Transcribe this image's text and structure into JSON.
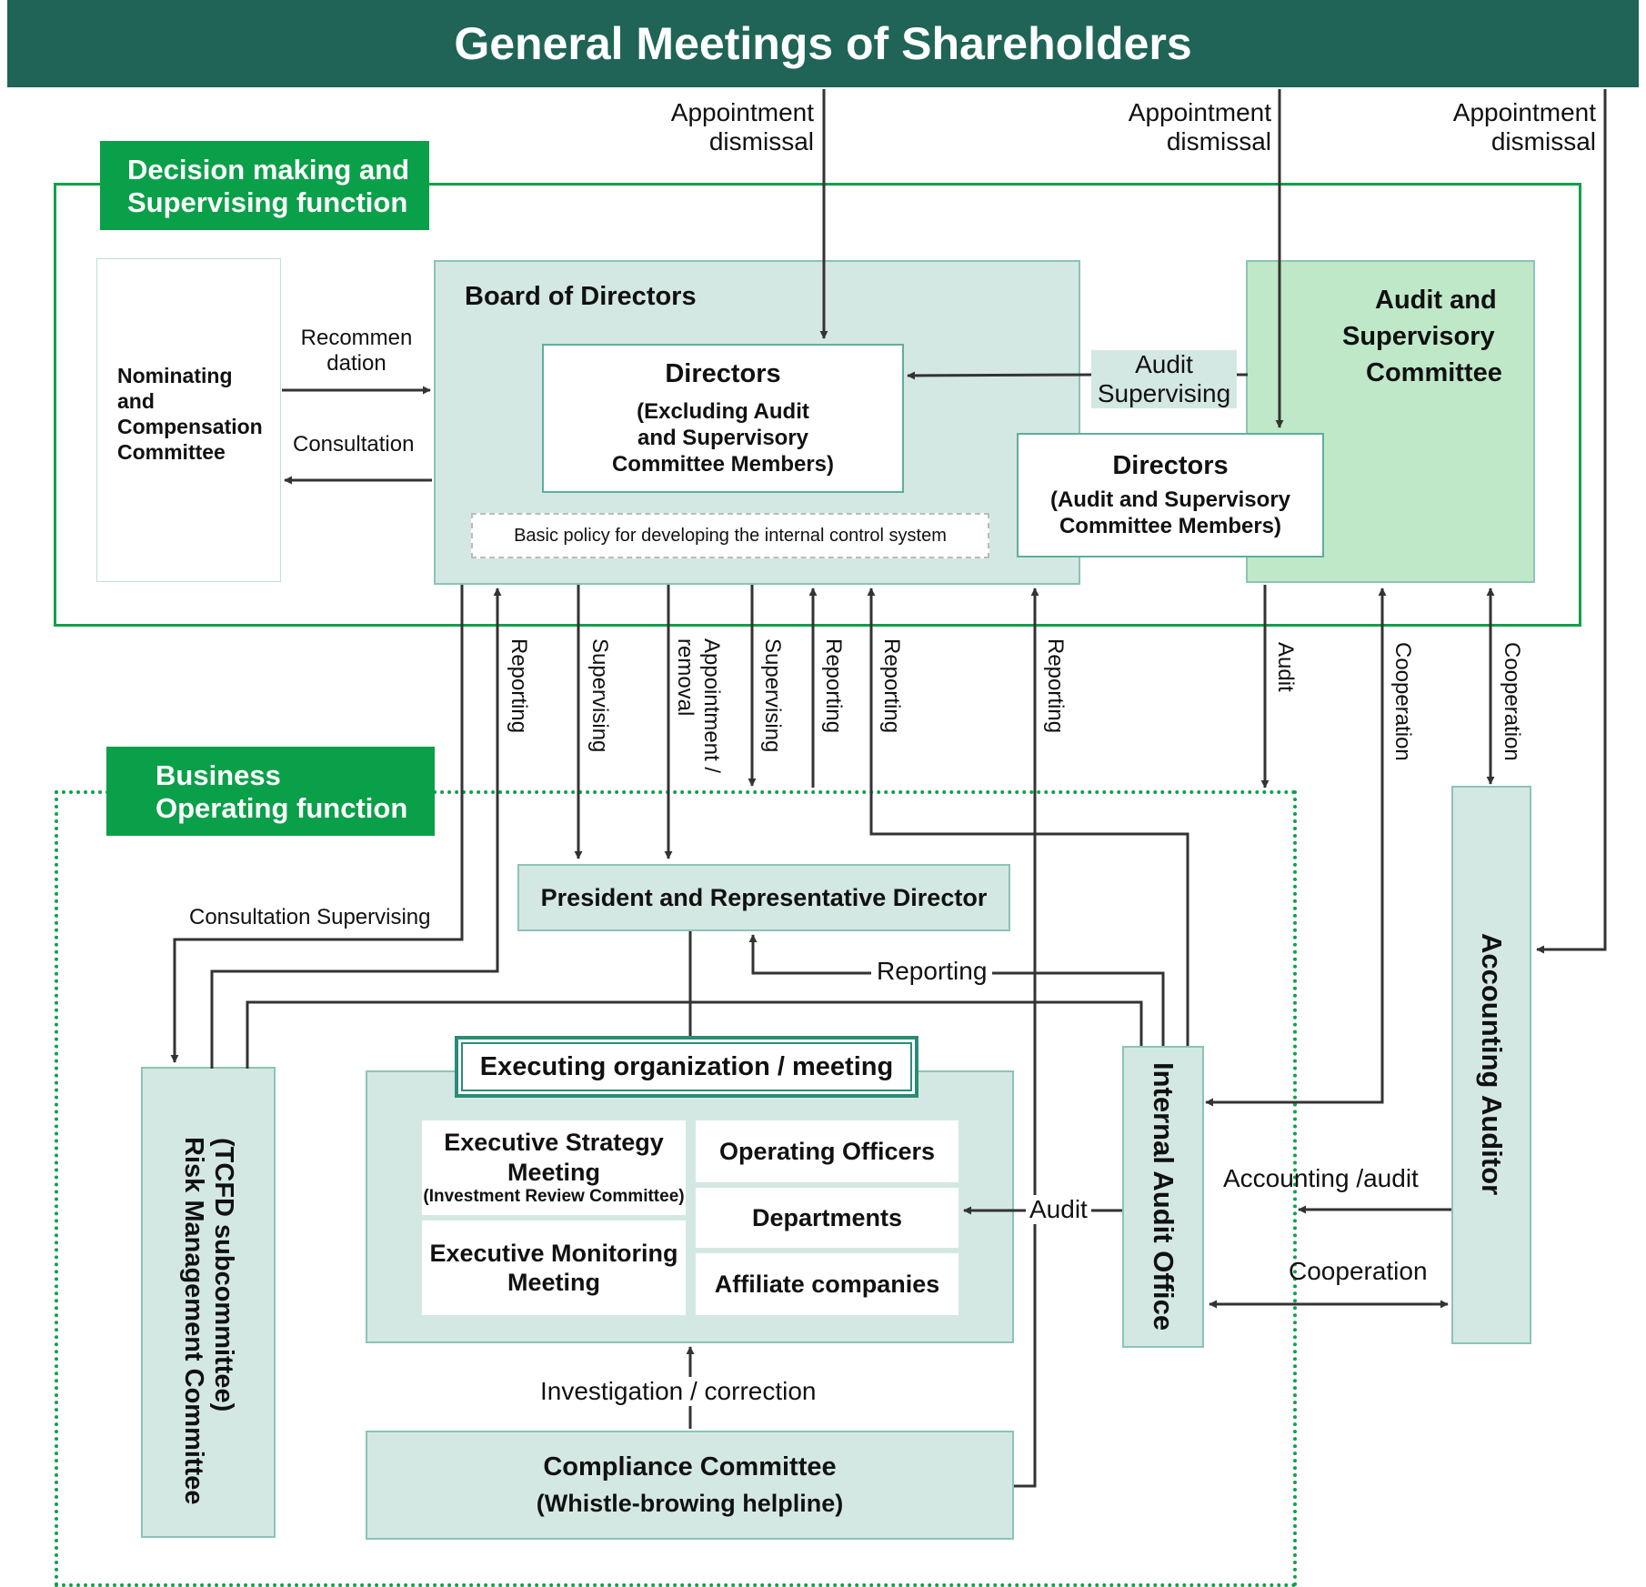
{
  "header": {
    "title": "General Meetings of Shareholders"
  },
  "edges_from_shareholders": {
    "directors": {
      "line1": "Appointment",
      "line2": "dismissal"
    },
    "audit_directors": {
      "line1": "Appointment",
      "line2": "dismissal"
    },
    "accounting_auditor": {
      "line1": "Appointment",
      "line2": "dismissal"
    }
  },
  "decision_section": {
    "tag_line1": "Decision making and",
    "tag_line2": "Supervising function"
  },
  "business_section": {
    "tag_line1": "Business",
    "tag_line2": "Operating function"
  },
  "nominating": {
    "line1": "Nominating",
    "line2": "and",
    "line3": "Compensation",
    "line4": "Committee"
  },
  "board": {
    "title": "Board of Directors",
    "directors_title": "Directors",
    "directors_sub1": "(Excluding Audit",
    "directors_sub2": "and Supervisory",
    "directors_sub3": "Committee Members)",
    "policy": "Basic policy for developing the internal control system"
  },
  "audit_committee": {
    "line1": "Audit and",
    "line2": "Supervisory",
    "line3": "Committee"
  },
  "audit_directors": {
    "title": "Directors",
    "sub1": "(Audit and Supervisory",
    "sub2": "Committee Members)"
  },
  "edge_labels": {
    "recommendation_1": "Recommen",
    "recommendation_2": "dation",
    "consultation": "Consultation",
    "audit_1": "Audit",
    "audit_2": "Supervising",
    "reporting_risk": "Reporting",
    "supervising_president": "Supervising",
    "appointment_1": "Appointment /",
    "appointment_2": "removal",
    "supervising_exec": "Supervising",
    "reporting_exec": "Reporting",
    "reporting_audit_office": "Reporting",
    "reporting_compliance": "Reporting",
    "audit_down": "Audit",
    "cooperation_1": "Cooperation",
    "cooperation_2": "Cooperation",
    "consultation_supervising": "Consultation Supervising",
    "reporting_president": "Reporting",
    "audit_exec": "Audit",
    "accounting_audit": "Accounting /audit",
    "cooperation_3": "Cooperation",
    "investigation": "Investigation / correction"
  },
  "president": {
    "label": "President and Representative Director"
  },
  "executing": {
    "title": "Executing organization / meeting",
    "strategy_1": "Executive Strategy",
    "strategy_2": "Meeting",
    "strategy_3": "(Investment Review Committee)",
    "monitoring_1": "Executive Monitoring",
    "monitoring_2": "Meeting",
    "officers": "Operating Officers",
    "departments": "Departments",
    "affiliates": "Affiliate companies"
  },
  "risk": {
    "line1": "Risk Management Committee",
    "line2": "(TCFD subcommittee)"
  },
  "internal_audit": {
    "label": "Internal Audit Office"
  },
  "accounting_auditor": {
    "label": "Accounting Auditor"
  },
  "compliance": {
    "line1": "Compliance Committee",
    "line2": "(Whistle-browing helpline)"
  },
  "colors": {
    "header": "#1f6456",
    "tag": "#0aa049",
    "pale_box": "#d4e8e3",
    "audit_committee": "#bfe8c9",
    "line": "#333333"
  }
}
